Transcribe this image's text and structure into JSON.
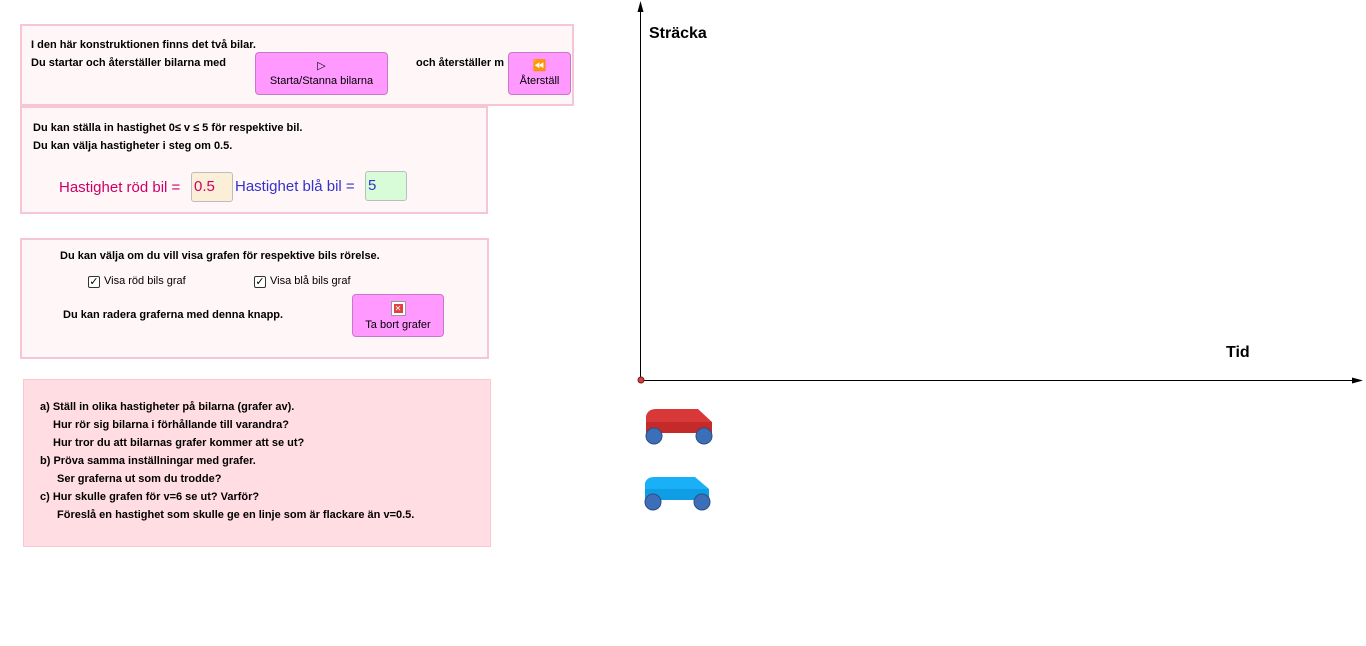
{
  "panel1": {
    "line1": "I den här konstruktionen finns det två bilar.",
    "line2_a": "Du startar och återställer bilarna med",
    "line2_b": "och återställer m",
    "start_button": {
      "icon": "▷",
      "label": "Starta/Stanna bilarna"
    },
    "reset_button": {
      "icon": "⏪",
      "label": "Återställ"
    }
  },
  "panel2": {
    "line1": "Du kan ställa in hastighet 0≤ v ≤ 5 för respektive bil.",
    "line2": "Du kan välja hastigheter i steg om 0.5.",
    "red_label": "Hastighet röd bil =",
    "red_value": "0.5",
    "blue_label": "Hastighet blå bil =",
    "blue_value": "5",
    "red_color": "#cc0066",
    "blue_color": "#3333cc"
  },
  "panel3": {
    "line1": "Du kan välja om du vill visa grafen för respektive bils rörelse.",
    "check_red": {
      "label": "Visa röd bils graf",
      "checked": true
    },
    "check_blue": {
      "label": "Visa blå bils graf",
      "checked": true
    },
    "delete_text": "Du kan radera graferna med denna knapp.",
    "delete_button": {
      "icon": "delete-graph-icon",
      "label": "Ta bort grafer"
    }
  },
  "panel4": {
    "lines": [
      "a) Ställ in olika hastigheter på bilarna (grafer av).",
      "Hur rör sig bilarna i förhållande till varandra?",
      "Hur tror du att bilarnas grafer kommer att se ut?",
      "b) Pröva samma inställningar med grafer.",
      "Ser graferna ut som du trodde?",
      "c) Hur skulle grafen för v=6 se ut? Varför?",
      "Föreslå en hastighet som skulle ge en linje som är flackare än v=0.5."
    ]
  },
  "graph": {
    "y_label": "Sträcka",
    "x_label": "Tid"
  },
  "cars": {
    "red": {
      "color": "#dd3333"
    },
    "blue": {
      "color": "#1faaf5"
    }
  }
}
